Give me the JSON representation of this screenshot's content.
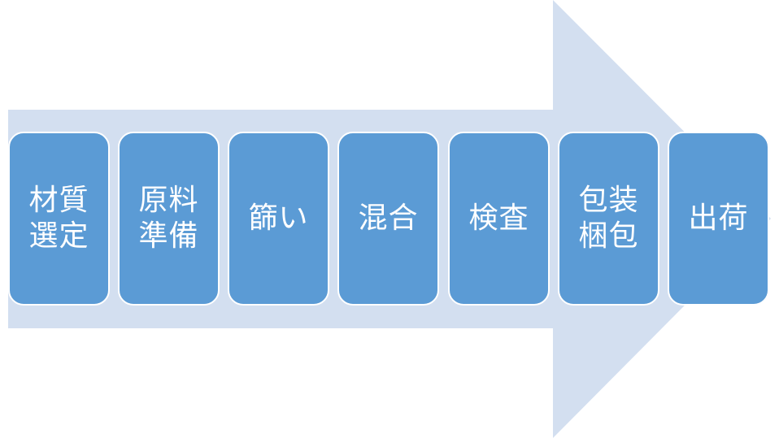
{
  "colors": {
    "arrow": "#d3dff0",
    "step_fill": "#5b9bd5",
    "step_text": "#ffffff"
  },
  "steps": [
    {
      "label": "材質選定"
    },
    {
      "label": "原料準備"
    },
    {
      "label": "篩い"
    },
    {
      "label": "混合"
    },
    {
      "label": "検査"
    },
    {
      "label": "包装梱包"
    },
    {
      "label": "出荷"
    }
  ]
}
